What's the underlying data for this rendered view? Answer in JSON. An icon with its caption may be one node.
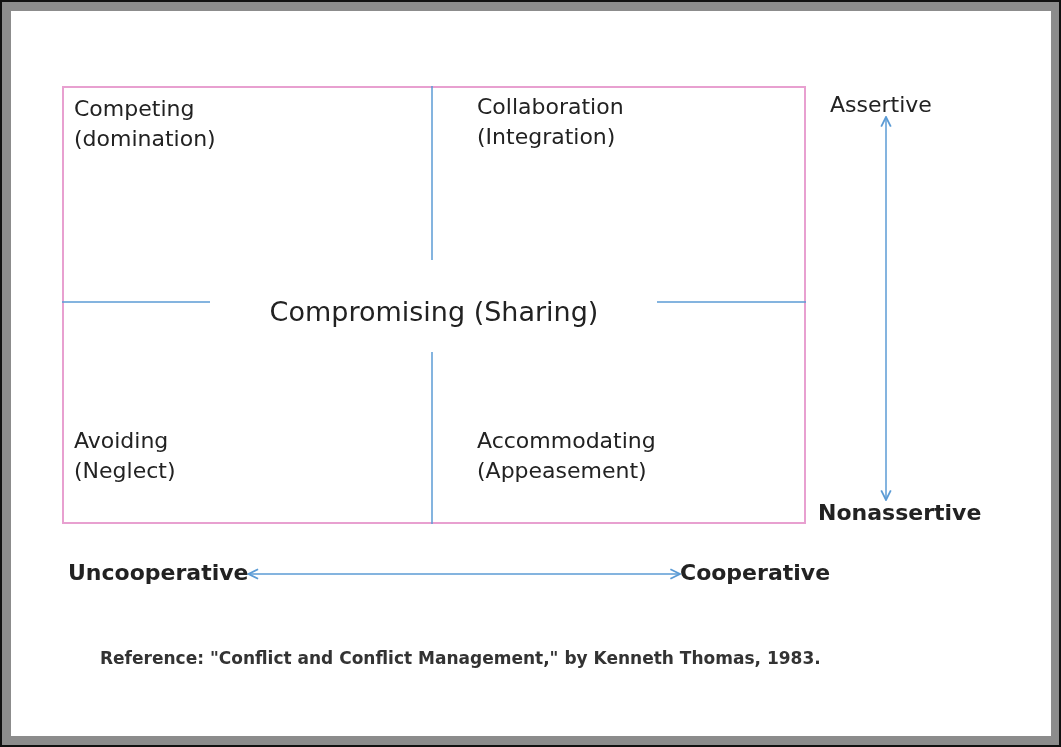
{
  "diagram": {
    "nodes": [
      {
        "text": [
          "Competing (domination)",
          "Collaboration (Integration)",
          "Compromising (Sharing)",
          "Avoiding (Neglect)",
          "Accommodating (Appeasement)"
        ]
      },
      {
        "text": [
          "Assertive"
        ]
      },
      {
        "text": [
          "Nonassertive"
        ]
      },
      {
        "text": [
          "Uncooperative"
        ]
      },
      {
        "text": [
          "Cooperative"
        ]
      }
    ],
    "edges": [
      {
        "from": 1,
        "to": 2,
        "arrow": "both"
      },
      {
        "from": 3,
        "to": 4,
        "arrow": "both"
      }
    ],
    "labels": [
      "Reference:  \"Conflict and Conflict Management,\" by Kenneth Thomas, 1983."
    ]
  }
}
